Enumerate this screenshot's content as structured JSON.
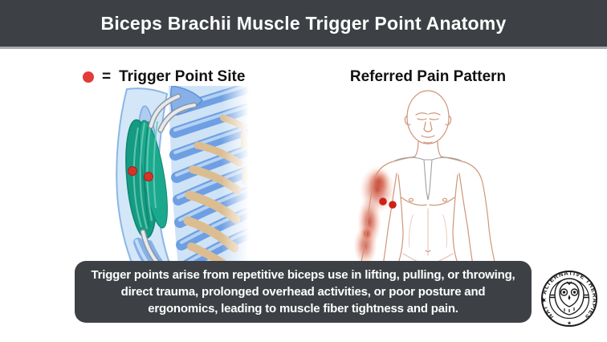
{
  "header": {
    "title": "Biceps Brachii Muscle Trigger Point Anatomy",
    "bg_color": "#3d4145",
    "text_color": "#ffffff"
  },
  "legend": {
    "dot_color": "#e23b38",
    "equals_symbol": "=",
    "label": "Trigger Point Site"
  },
  "right_panel": {
    "label": "Referred Pain Pattern"
  },
  "left_illustration": {
    "icon": "biceps-brachii-anatomy-illustration",
    "muscle_color": "#159b82",
    "bone_color": "#6f9fe3",
    "cartilage_color": "#dcbd91",
    "tendon_color": "#e6eaee",
    "trigger_point_color": "#d7332e",
    "trigger_point_count": 2
  },
  "right_illustration": {
    "icon": "referred-pain-figure-illustration",
    "outline_color": "#cf9679",
    "pain_color": "#c0392b",
    "trigger_point_color": "#cc2218",
    "trigger_point_count": 2
  },
  "footer": {
    "text": "Trigger points arise from repetitive biceps use in lifting, pulling, or throwing, direct trauma, prolonged overhead activities, or poor posture and ergonomics, leading to muscle fiber tightness and pain.",
    "bg_color": "#3d4145",
    "text_color": "#ffffff"
  },
  "logo": {
    "ring_text": "NAT ★ ALTERNATIVE THERAPIES",
    "bottom_star": "★",
    "icon": "owl-icon",
    "color": "#1b1b1b"
  }
}
